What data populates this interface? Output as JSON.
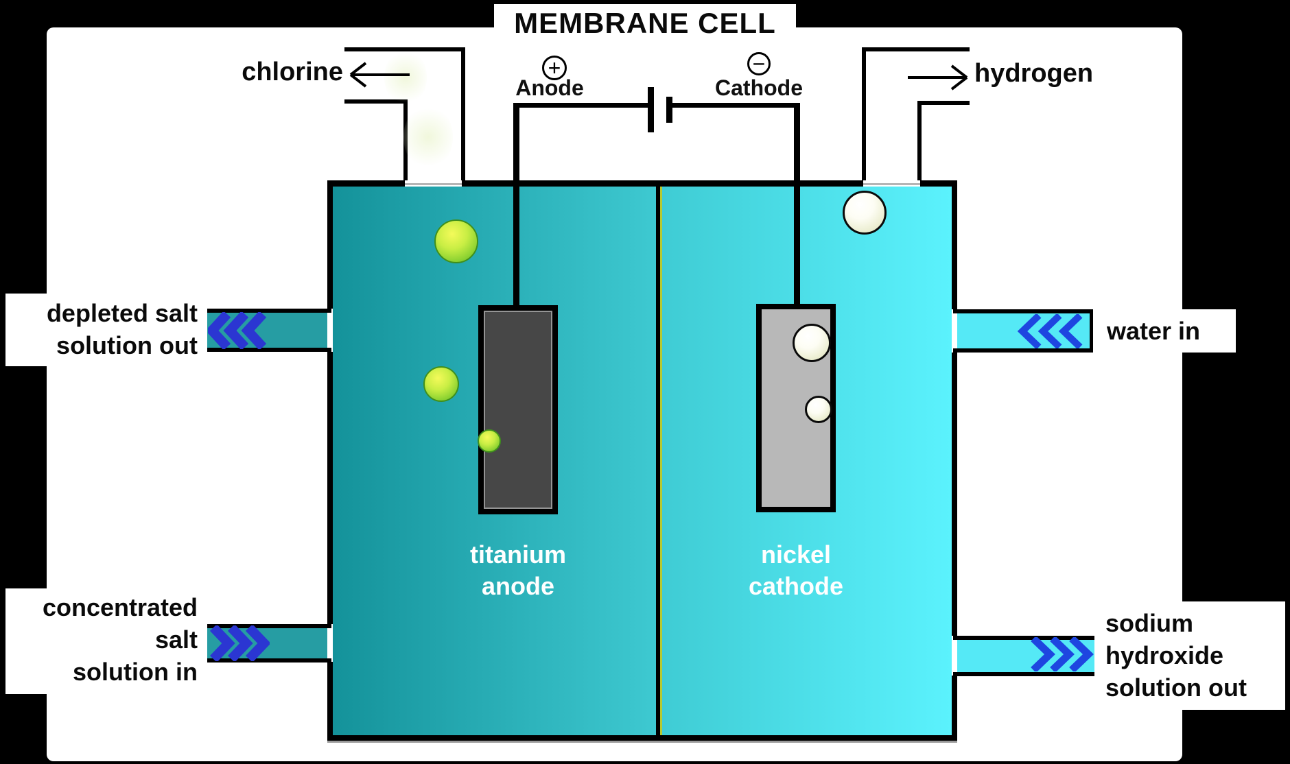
{
  "title": "MEMBRANE CELL",
  "gases": {
    "left": "chlorine",
    "right": "hydrogen"
  },
  "terminals": {
    "anode_label": "Anode",
    "cathode_label": "Cathode",
    "anode_polarity": "+",
    "cathode_polarity": "−"
  },
  "electrodes": {
    "left": [
      "titanium",
      "anode"
    ],
    "right": [
      "nickel",
      "cathode"
    ]
  },
  "streams": {
    "top_left": [
      "depleted salt",
      "solution out"
    ],
    "bottom_left": [
      "concentrated",
      "salt",
      "solution in"
    ],
    "top_right": [
      "water in"
    ],
    "bottom_right": [
      "sodium",
      "hydroxide",
      "solution out"
    ]
  },
  "colors": {
    "background": "#000000",
    "panel": "#ffffff",
    "anolyte_gradient_left": "#14929a",
    "anolyte_gradient_right": "#3ec9d1",
    "catholyte_gradient_left": "#3fccd4",
    "catholyte_gradient_right": "#5bf2fd",
    "membrane_accent": "#b6c92f",
    "left_pipe_fill": "#269da3",
    "right_pipe_fill": "#55e9f6",
    "chevron_blue_left": "#2b36d2",
    "chevron_blue_right": "#1e46e0",
    "anode_plate": "#474747",
    "cathode_plate": "#b8b8b8",
    "bubble_green": "#aade3d",
    "bubble_pearl": "#eef0d8"
  }
}
